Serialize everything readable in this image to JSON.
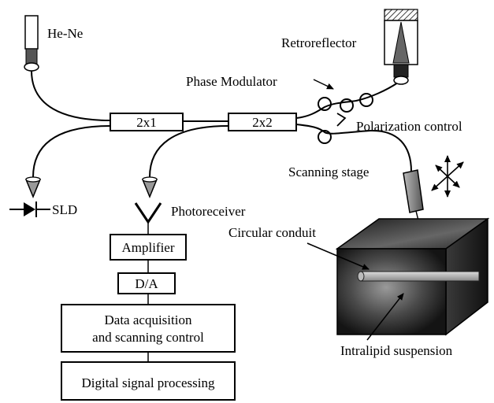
{
  "labels": {
    "he_ne": "He-Ne",
    "retroreflector": "Retroreflector",
    "phase_modulator": "Phase Modulator",
    "polarization_control": "Polarization control",
    "scanning_stage": "Scanning stage",
    "sld": "SLD",
    "photoreceiver": "Photoreceiver",
    "circular_conduit": "Circular conduit",
    "intralipid_suspension": "Intralipid suspension"
  },
  "boxes": {
    "coupler_2x1": "2x1",
    "coupler_2x2": "2x2",
    "amplifier": "Amplifier",
    "da": "D/A",
    "data_acq_line1": "Data acquisition",
    "data_acq_line2": "and scanning control",
    "dsp": "Digital signal processing"
  },
  "colors": {
    "line": "#000000",
    "sample_dark": "#1a1a1a",
    "sample_glow": "#8c8c8c"
  }
}
